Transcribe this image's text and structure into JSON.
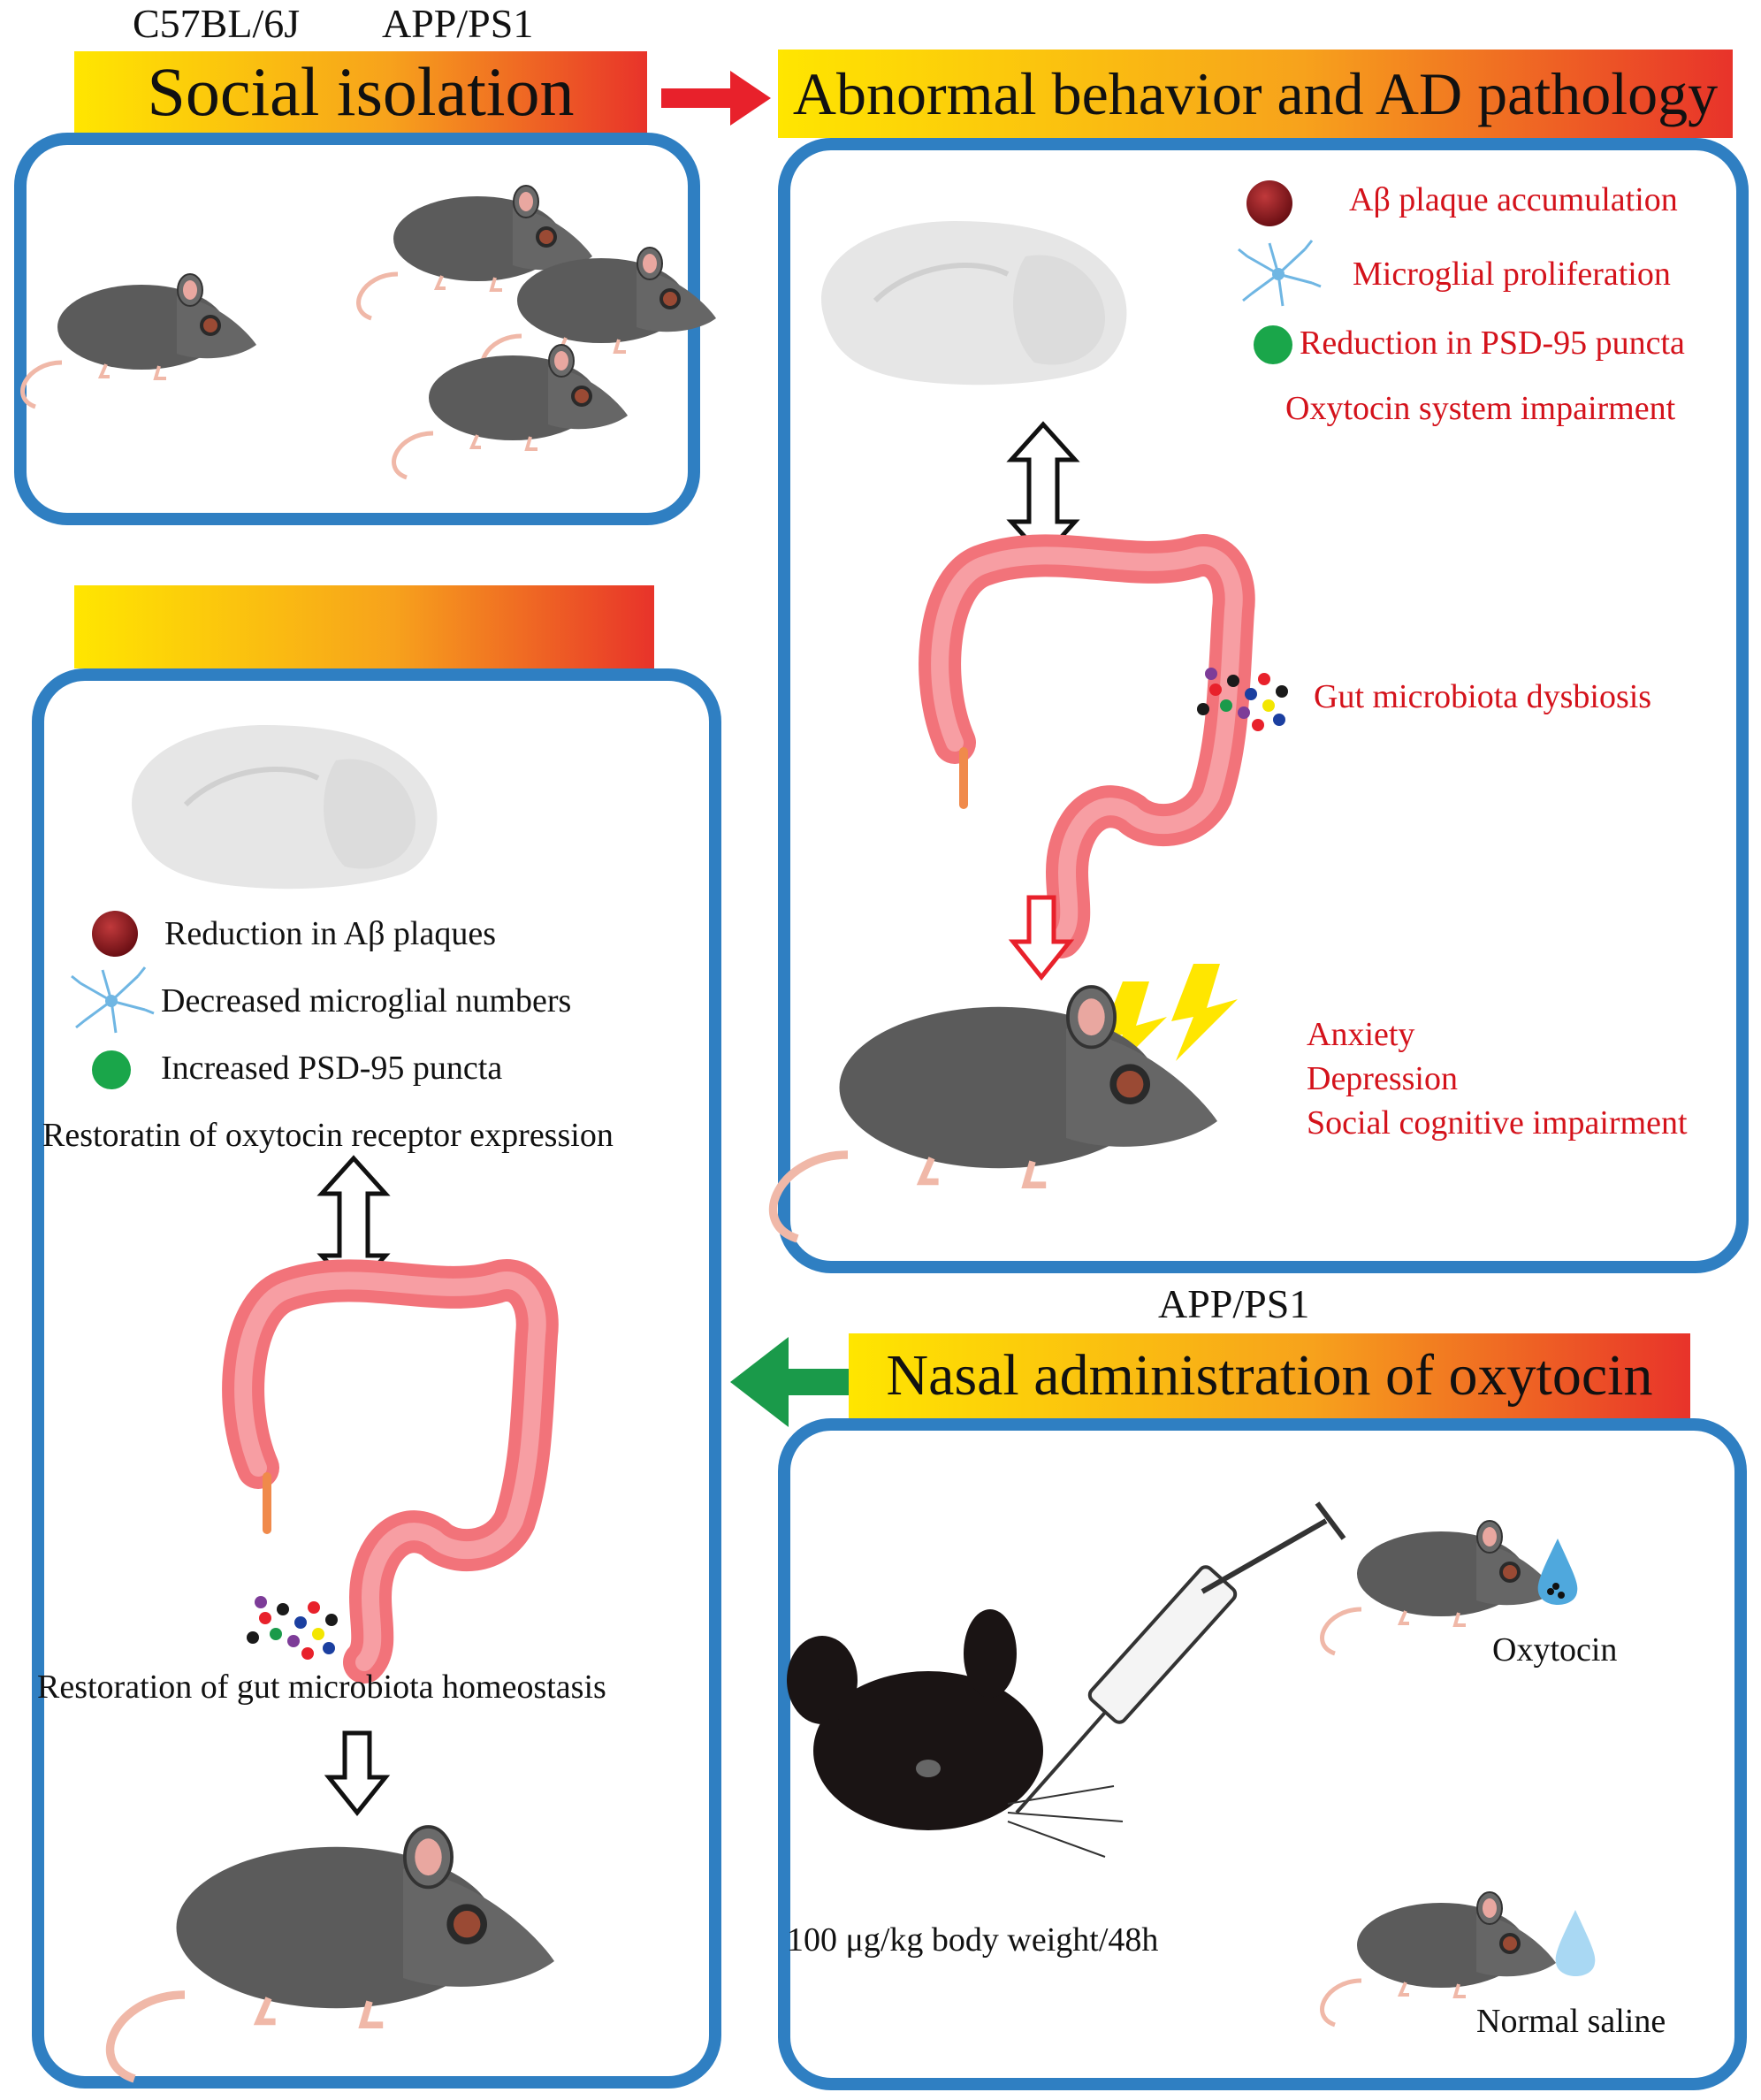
{
  "strain_labels": {
    "left": "C57BL/6J",
    "right": "APP/PS1"
  },
  "banner_social": "Social isolation",
  "banner_abnormal": "Abnormal behavior and AD pathology",
  "pathology": {
    "items": [
      "Aβ plaque accumulation",
      "Microglial proliferation",
      "Reduction in PSD-95 puncta"
    ],
    "oxytocin_line": "Oxytocin system impairment",
    "gut": "Gut microbiota dysbiosis",
    "behavior": [
      "Anxiety",
      "Depression",
      "Social cognitive impairment"
    ]
  },
  "treatment": {
    "strain": "APP/PS1",
    "banner": "Nasal administration of oxytocin",
    "dose": "100 μg/kg body weight/48h",
    "groups": [
      "Oxytocin",
      "Normal saline"
    ]
  },
  "recovery": {
    "items": [
      "Reduction in Aβ plaques",
      "Decreased microglial numbers",
      "Increased PSD-95 puncta"
    ],
    "receptor_line": "Restoratin of oxytocin receptor expression",
    "gut_line": "Restoration of gut microbiota homeostasis"
  },
  "colors": {
    "panel_border": "#2f7fc2",
    "red_text": "#d4121b",
    "red_arrow": "#e8212b",
    "green_arrow": "#1a9a4a"
  },
  "icons": [
    "plaque-icon",
    "microglia-icon",
    "psd95-dot-icon",
    "mouse-icon",
    "brain-icon",
    "colon-icon",
    "microbiota-icon",
    "syringe-icon",
    "lightning-icon",
    "droplet-icon"
  ]
}
